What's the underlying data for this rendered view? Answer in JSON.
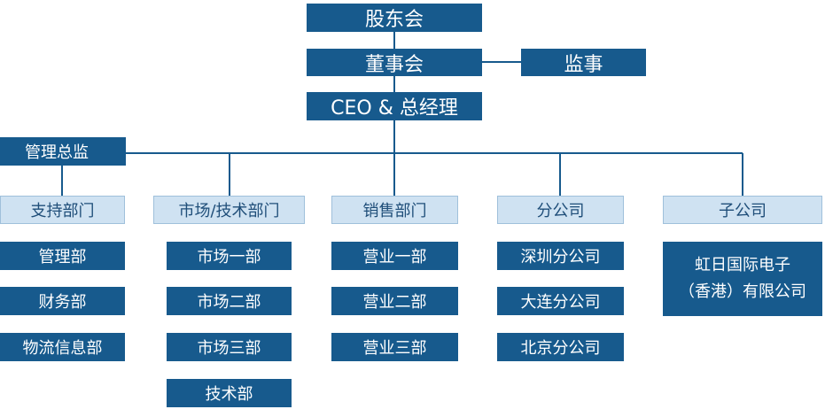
{
  "top": {
    "shareholders": "股东会",
    "board": "董事会",
    "supervisor": "监事",
    "ceo": "CEO & 总经理",
    "mgmt_director": "管理总监"
  },
  "departments": [
    {
      "title": "支持部门",
      "items": [
        "管理部",
        "财务部",
        "物流信息部"
      ]
    },
    {
      "title": "市场/技术部门",
      "items": [
        "市场一部",
        "市场二部",
        "市场三部",
        "技术部"
      ]
    },
    {
      "title": "销售部门",
      "items": [
        "营业一部",
        "营业二部",
        "营业三部"
      ]
    },
    {
      "title": "分公司",
      "items": [
        "深圳分公司",
        "大连分公司",
        "北京分公司"
      ]
    },
    {
      "title": "子公司",
      "items": [
        "虹日国际电子",
        "（香港）有限公司"
      ]
    }
  ],
  "colors": {
    "dark": "#175a8d",
    "light": "#cfe2f2",
    "line": "#175a8d"
  }
}
